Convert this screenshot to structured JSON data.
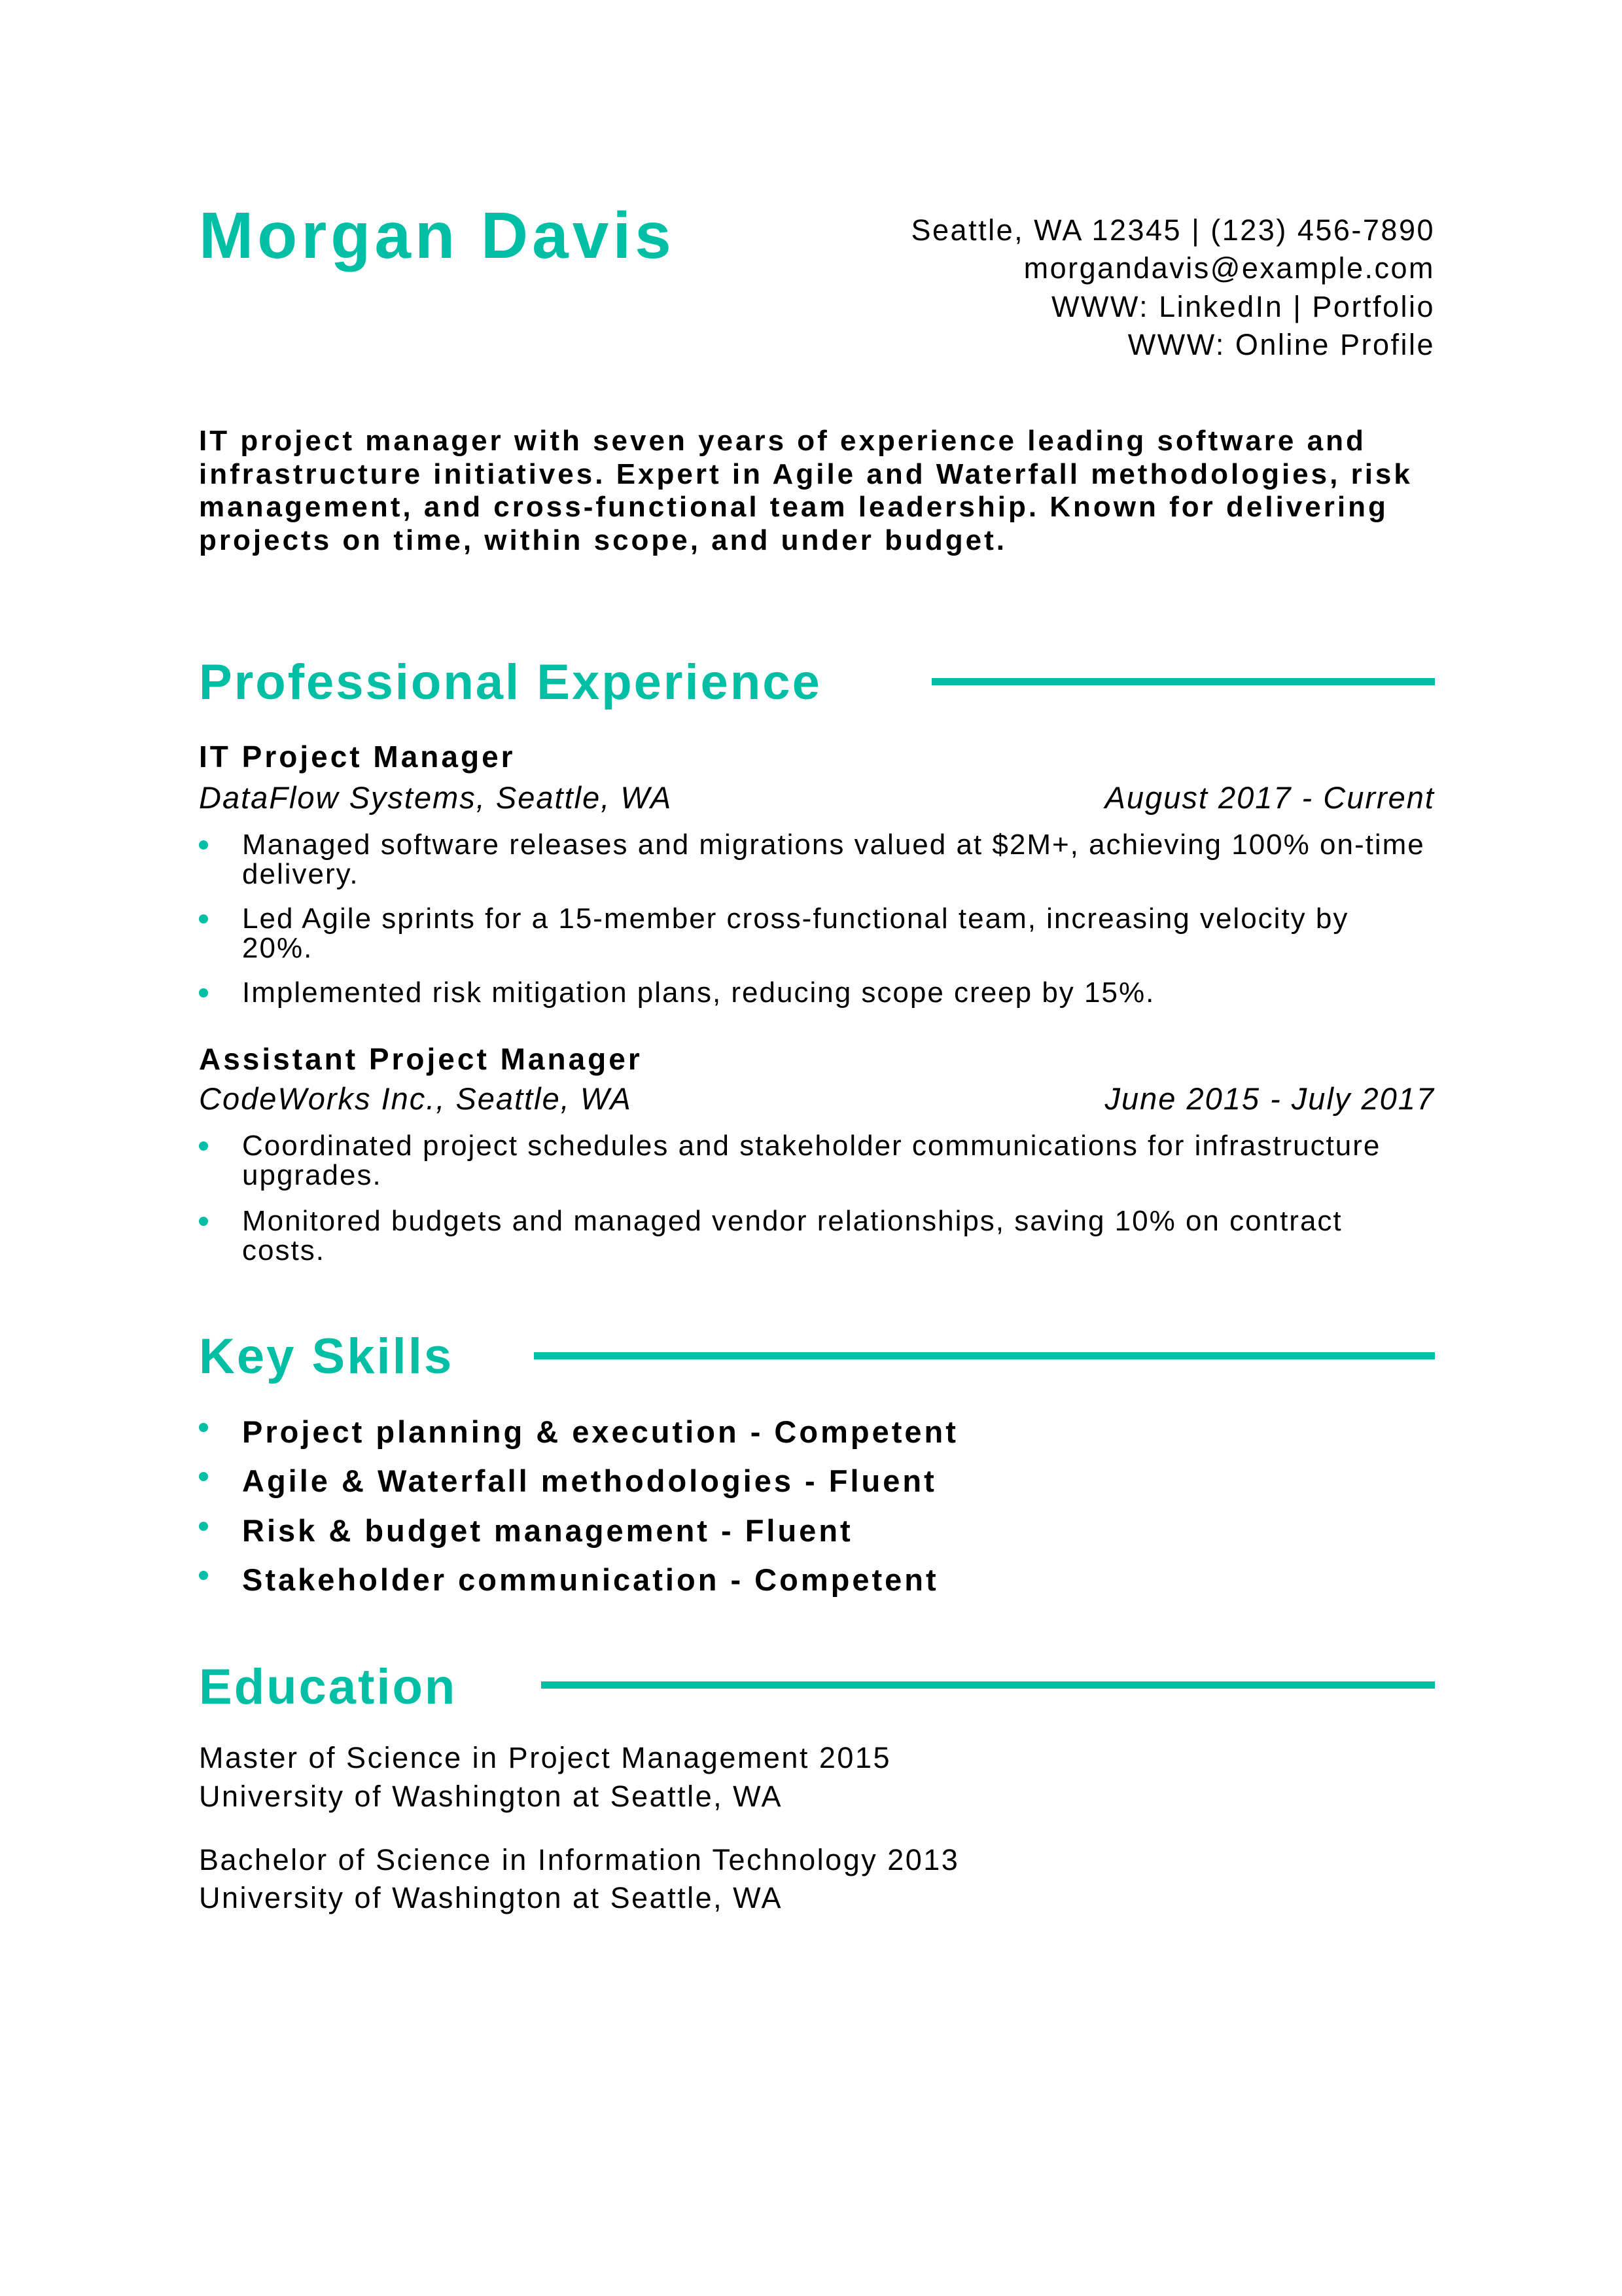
{
  "header": {
    "name": "Morgan Davis",
    "contact": [
      "Seattle, WA 12345 | (123) 456-7890",
      "morgandavis@example.com",
      "WWW: LinkedIn | Portfolio",
      "WWW: Online Profile"
    ]
  },
  "summary": "IT project manager with seven years of experience leading software and infrastructure initiatives. Expert in Agile and Waterfall methodologies, risk management, and cross-functional team leadership. Known for delivering projects on time, within scope, and under budget.",
  "experience": {
    "heading": "Professional Experience",
    "jobs": [
      {
        "title": "IT Project Manager",
        "company": "DataFlow Systems, Seattle, WA",
        "dates": "August 2017 - Current",
        "bullets": [
          "Managed software releases and migrations valued at $2M+, achieving 100% on-time delivery.",
          "Led Agile sprints for a 15-member cross-functional team, increasing velocity by 20%.",
          "Implemented risk mitigation plans, reducing scope creep by 15%."
        ]
      },
      {
        "title": "Assistant Project Manager",
        "company": "CodeWorks Inc., Seattle, WA",
        "dates": "June 2015 - July 2017",
        "bullets": [
          "Coordinated project schedules and stakeholder communications for infrastructure upgrades.",
          "Monitored budgets and managed vendor relationships, saving 10% on contract costs."
        ]
      }
    ]
  },
  "skills": {
    "heading": "Key Skills",
    "items": [
      "Project planning & execution - Competent",
      "Agile & Waterfall methodologies - Fluent",
      "Risk & budget management - Fluent",
      "Stakeholder communication - Competent"
    ]
  },
  "education": {
    "heading": "Education",
    "entries": [
      {
        "degree": "Master of Science in Project Management 2015",
        "school": "University of Washington at Seattle, WA"
      },
      {
        "degree": "Bachelor of Science in Information Technology 2013",
        "school": "University of Washington at Seattle, WA"
      }
    ]
  },
  "colors": {
    "accent": "#00BFA5",
    "text": "#000000"
  }
}
